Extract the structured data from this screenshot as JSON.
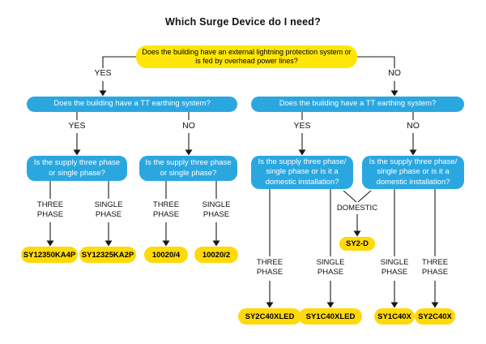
{
  "title": "Which Surge Device do I need?",
  "labels": {
    "yes": "YES",
    "no": "NO",
    "three_phase": "THREE PHASE",
    "single_phase": "SINGLE PHASE",
    "domestic": "DOMESTIC"
  },
  "questions": {
    "root": "Does the building have an external lightning protection system or is fed by overhead power lines?",
    "tt_left": "Does the building have a TT earthing system?",
    "tt_right": "Does the building have a TT earthing system?",
    "phase_left_yes": "Is the supply three phase or single phase?",
    "phase_left_no": "Is the supply three phase or single phase?",
    "phase_right_yes": "Is the supply three phase/ single phase or is it a domestic installation?",
    "phase_right_no": "Is the supply three phase/ single phase or is it a domestic installation?"
  },
  "results": {
    "lps_tt_three_phase": "SY12350KA4P",
    "lps_tt_single_phase": "SY12325KA2P",
    "lps_no_tt_three_phase": "10020/4",
    "lps_no_tt_single_phase": "10020/2",
    "domestic": "SY2-D",
    "no_lps_tt_three_phase": "SY2C40XLED",
    "no_lps_tt_single_phase": "SY1C40XLED",
    "no_lps_no_tt_single_phase": "SY1C40X",
    "no_lps_no_tt_three_phase": "SY2C40X"
  },
  "colors": {
    "question_blue": "#2BA7E0",
    "root_yellow": "#FFE608",
    "result_yellow": "#FFD908",
    "line": "#1A1A1A"
  }
}
